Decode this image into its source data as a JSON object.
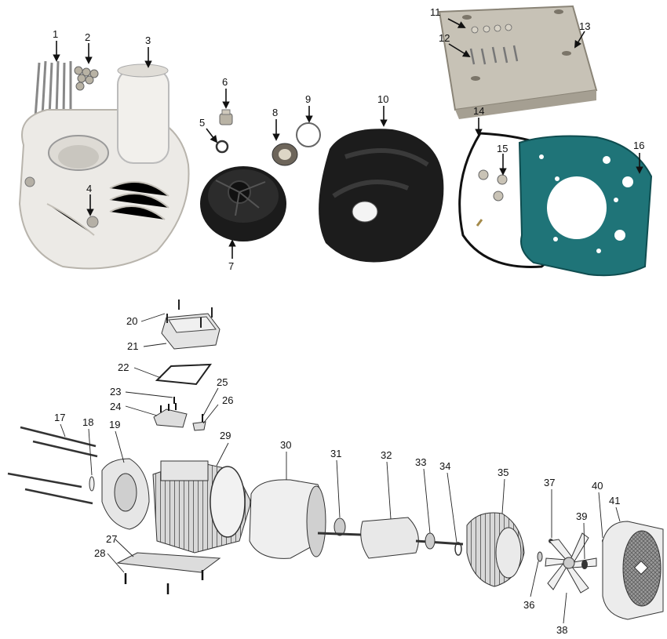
{
  "parts": [
    "1",
    "2",
    "3",
    "4",
    "5",
    "6",
    "7",
    "8",
    "9",
    "10",
    "11",
    "12",
    "13",
    "14",
    "15",
    "16",
    "17",
    "18",
    "19",
    "20",
    "21",
    "22",
    "23",
    "24",
    "25",
    "26",
    "27",
    "28",
    "29",
    "30",
    "31",
    "32",
    "33",
    "34",
    "35",
    "36",
    "37",
    "38",
    "39",
    "40",
    "41"
  ],
  "colors": {
    "volute": "#eceae6",
    "black_part": "#1b1b1b",
    "steel": "#c7c2b6",
    "gasket_teal": "#1f7478",
    "motor_grey": "#dcdcdc",
    "outline": "#333333"
  }
}
